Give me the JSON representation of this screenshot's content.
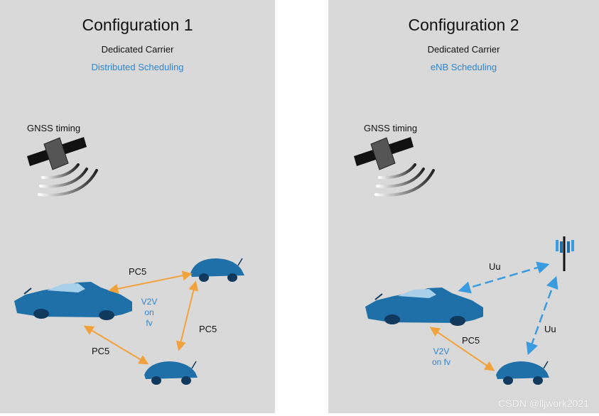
{
  "panels": [
    {
      "title": "Configuration 1",
      "subtitle_line1": "Dedicated Carrier",
      "subtitle_line2": "Distributed Scheduling",
      "gnss_label": "GNSS timing",
      "link_labels": {
        "top": "PC5",
        "right": "PC5",
        "left": "PC5"
      },
      "v2v_label": [
        "V2V",
        "on",
        "fv"
      ]
    },
    {
      "title": "Configuration 2",
      "subtitle_line1": "Dedicated Carrier",
      "subtitle_line2": "eNB Scheduling",
      "gnss_label": "GNSS timing",
      "link_labels": {
        "uu_top": "Uu",
        "uu_right": "Uu",
        "pc5": "PC5"
      },
      "v2v_label": [
        "V2V",
        "on fv"
      ]
    }
  ],
  "watermark": "CSDN @lljwork2021",
  "colors": {
    "panel_bg": "#d9d9d9",
    "accent_blue": "#2f86d1",
    "car_blue": "#1f6fa8",
    "pc5_arrow": "#f2a23c",
    "uu_arrow": "#3a9be0"
  }
}
